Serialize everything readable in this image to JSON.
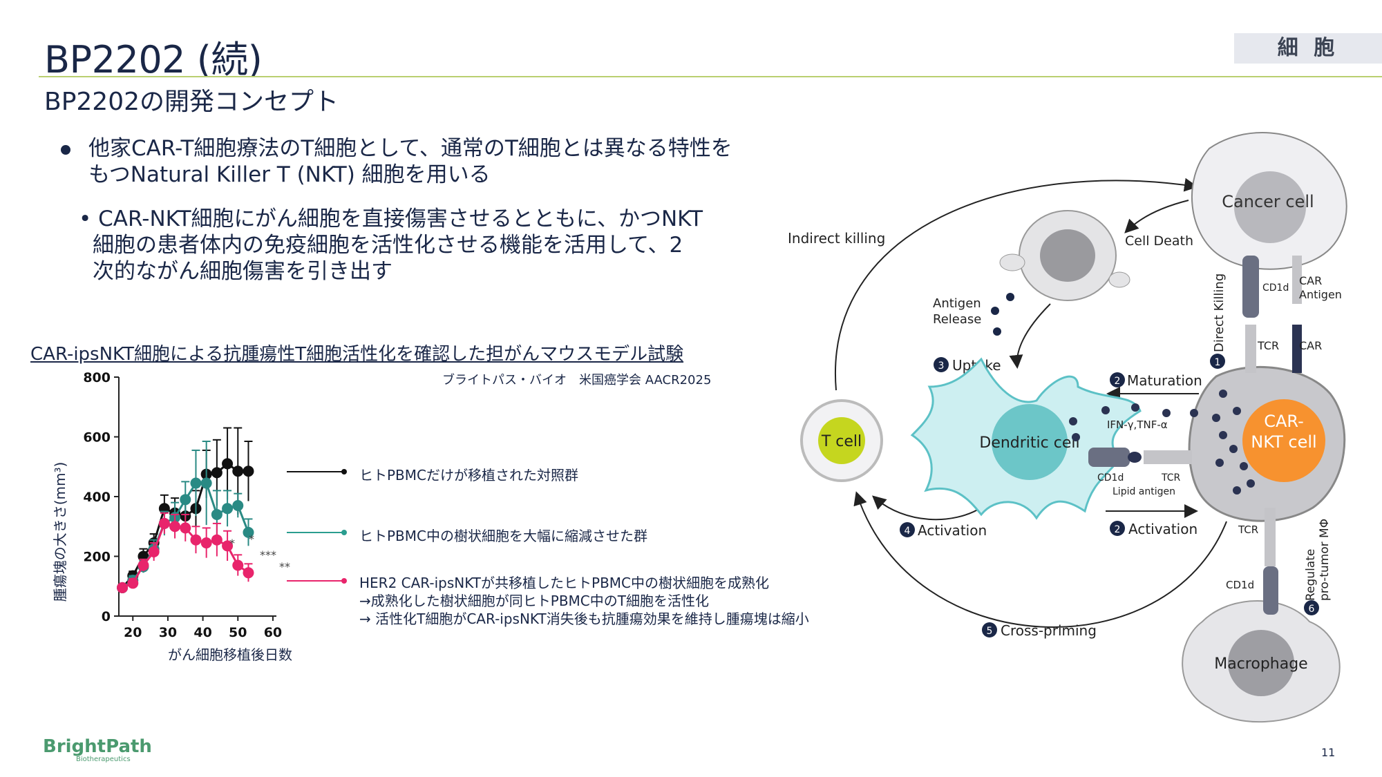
{
  "header": {
    "title": "BP2202 (続)",
    "badge": "細 胞",
    "subtitle": "BP2202の開発コンセプト"
  },
  "bullets": {
    "main_line1": "他家CAR-T細胞療法のT細胞として、通常のT細胞とは異なる特性を",
    "main_line2": "もつNatural Killer T (NKT) 細胞を用いる",
    "sub_line1": "• CAR-NKT細胞にがん細胞を直接傷害させるとともに、かつNKT",
    "sub_line2": "細胞の患者体内の免疫細胞を活性化させる機能を活用して、2",
    "sub_line3": "次的ながん細胞傷害を引き出す"
  },
  "study": {
    "title": "CAR-ipsNKT細胞による抗腫瘍性T細胞活性化を確認した担がんマウスモデル試験",
    "citation": "ブライトパス・バイオ　米国癌学会 AACR2025"
  },
  "legend": {
    "black_label": "ヒトPBMCだけが移植された対照群",
    "teal_label": "ヒトPBMC中の樹状細胞を大幅に縮減させた群",
    "pink_line1": "HER2 CAR-ipsNKTが共移植したヒトPBMC中の樹状細胞を成熟化",
    "pink_line2": "→成熟化した樹状細胞が同ヒトPBMC中のT細胞を活性化",
    "pink_line3": "→ 活性化T細胞がCAR-ipsNKT消失後も抗腫瘍効果を維持し腫瘍塊は縮小"
  },
  "chart_data": {
    "type": "line",
    "xlabel": "がん細胞移植後日数",
    "ylabel": "腫瘍塊の大きさ(mm³)",
    "xlim": [
      16,
      61
    ],
    "ylim": [
      0,
      800
    ],
    "xticks": [
      20,
      30,
      40,
      50,
      60
    ],
    "yticks": [
      0,
      200,
      400,
      600,
      800
    ],
    "series": [
      {
        "color": "#111111",
        "x": [
          17,
          20,
          23,
          26,
          29,
          32,
          35,
          38,
          41,
          44,
          47,
          50,
          53
        ],
        "y": [
          95,
          135,
          200,
          245,
          360,
          345,
          335,
          360,
          475,
          480,
          510,
          485,
          485
        ],
        "err": [
          10,
          15,
          25,
          30,
          45,
          50,
          50,
          60,
          80,
          110,
          120,
          145,
          100
        ]
      },
      {
        "color": "#2a8a84",
        "x": [
          17,
          20,
          23,
          26,
          29,
          32,
          35,
          38,
          41,
          44,
          47,
          50,
          53
        ],
        "y": [
          95,
          120,
          165,
          225,
          310,
          330,
          390,
          445,
          445,
          340,
          360,
          370,
          280
        ],
        "err": [
          10,
          15,
          20,
          30,
          40,
          50,
          60,
          110,
          140,
          80,
          60,
          40,
          45
        ]
      },
      {
        "color": "#e8246b",
        "x": [
          17,
          20,
          23,
          26,
          29,
          32,
          35,
          38,
          41,
          44,
          47,
          50,
          53
        ],
        "y": [
          95,
          110,
          170,
          215,
          310,
          300,
          295,
          255,
          245,
          255,
          235,
          170,
          145
        ],
        "err": [
          10,
          15,
          20,
          30,
          35,
          40,
          45,
          45,
          50,
          55,
          50,
          35,
          30
        ]
      }
    ],
    "annotations": [
      "*",
      "*",
      "***",
      "**"
    ]
  },
  "diagram": {
    "cancer_cell": "Cancer cell",
    "car_nkt_line1": "CAR-",
    "car_nkt_line2": "NKT cell",
    "dendritic_cell": "Dendritic cell",
    "t_cell": "T cell",
    "macrophage": "Macrophage",
    "cell_death": "Cell Death",
    "indirect_killing": "Indirect killing",
    "antigen_release_1": "Antigen",
    "antigen_release_2": "Release",
    "uptake": "Uptake",
    "maturation": "Maturation",
    "cytokines": "IFN-γ,TNF-α",
    "cd1d_1": "CD1d",
    "tcr_1": "TCR",
    "lipid_antigen": "Lipid antigen",
    "activation_2": "Activation",
    "activation_4": "Activation",
    "cross_priming": "Cross-priming",
    "direct_killing": "Direct Killing",
    "cd1d_top": "CD1d",
    "car_antigen_1": "CAR",
    "car_antigen_2": "Antigen",
    "tcr_top": "TCR",
    "car_label": "CAR",
    "tcr_bottom": "TCR",
    "cd1d_bottom": "CD1d",
    "regulate_1": "Regulate",
    "regulate_2": "pro-tumor MΦ",
    "n1": "1",
    "n2": "2",
    "n3": "3",
    "n4": "4",
    "n5": "5",
    "n6": "6",
    "n2b": "2"
  },
  "footer": {
    "logo": "BrightPath",
    "logo_sub": "Biotherapeutics",
    "page": "11"
  }
}
